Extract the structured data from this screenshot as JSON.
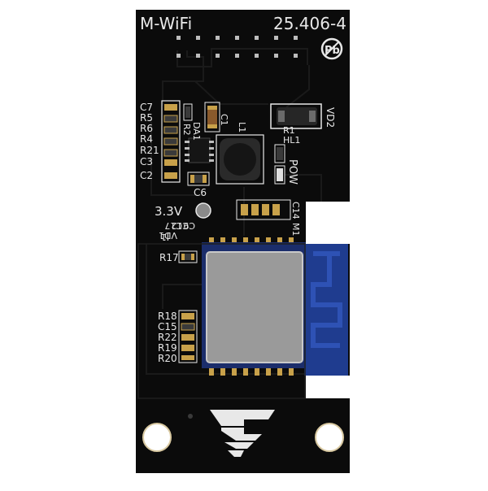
{
  "board": {
    "name": "M-WiFi",
    "version": "25.406-4",
    "pb_free_mark": "Pb",
    "colors": {
      "pcb": "#0b0b0b",
      "silkscreen": "#e8e8e8",
      "module_shield": "#9e9e9e",
      "antenna": "#1f3c8f",
      "pads": "#c8a14a"
    }
  },
  "labels": {
    "c7": "C7",
    "r5": "R5",
    "r6": "R6",
    "r4": "R4",
    "r21": "R21",
    "c3": "C3",
    "c2": "C2",
    "c1": "C1",
    "da1": "DA1",
    "r2": "R2",
    "l1": "L1",
    "r1": "R1",
    "hl1": "HL1",
    "vd2": "VD2",
    "pow": "POW",
    "c6": "C6",
    "v33": "3.3V",
    "c17": "C17",
    "c12": "C12",
    "c9": "C9",
    "vd1": "VD1",
    "j1": "J1",
    "c14": "C14",
    "m1": "M1",
    "r17": "R17",
    "r18": "R18",
    "c15": "C15",
    "r22": "R22",
    "r19": "R19",
    "r20": "R20"
  }
}
